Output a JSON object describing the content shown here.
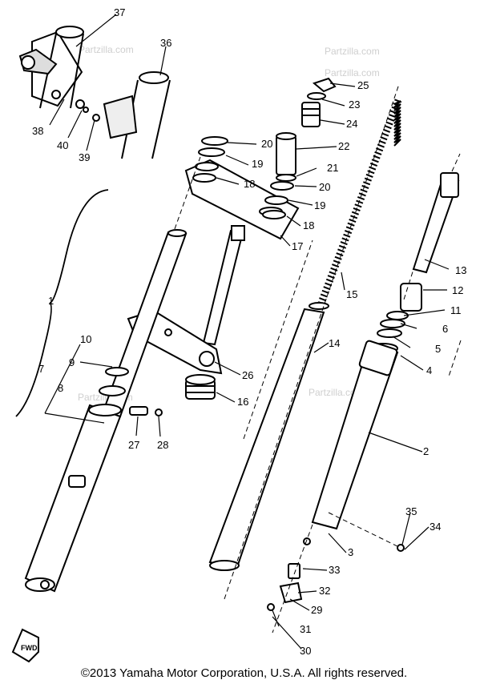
{
  "watermark": "Partzilla.com",
  "fwd_label": "FWD",
  "copyright": "©2013 Yamaha Motor Corporation, U.S.A. All rights reserved.",
  "callouts": [
    "37",
    "36",
    "38",
    "40",
    "39",
    "25",
    "23",
    "24",
    "22",
    "20",
    "19",
    "21",
    "18",
    "20",
    "19",
    "18",
    "17",
    "15",
    "13",
    "12",
    "11",
    "6",
    "5",
    "4",
    "14",
    "1",
    "10",
    "9",
    "7",
    "8",
    "26",
    "16",
    "27",
    "28",
    "2",
    "35",
    "34",
    "3",
    "33",
    "32",
    "29",
    "31",
    "30"
  ]
}
